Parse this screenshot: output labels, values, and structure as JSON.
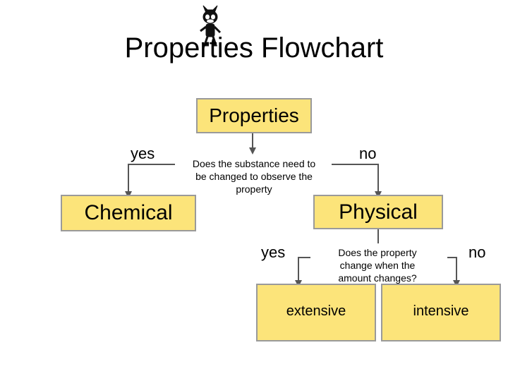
{
  "title": "Properties Flowchart",
  "mascot_icon": "cartoon-cat-icon",
  "colors": {
    "box_fill": "#fce47a",
    "box_border": "#9a9a9a",
    "line": "#555555"
  },
  "nodes": {
    "root": "Properties",
    "chemical": "Chemical",
    "physical": "Physical",
    "extensive": "extensive",
    "intensive": "intensive"
  },
  "questions": {
    "q1": "Does the substance need to be changed to observe the property",
    "q2": "Does the property change when the amount changes?"
  },
  "branches": {
    "q1_yes": "yes",
    "q1_no": "no",
    "q2_yes": "yes",
    "q2_no": "no"
  }
}
